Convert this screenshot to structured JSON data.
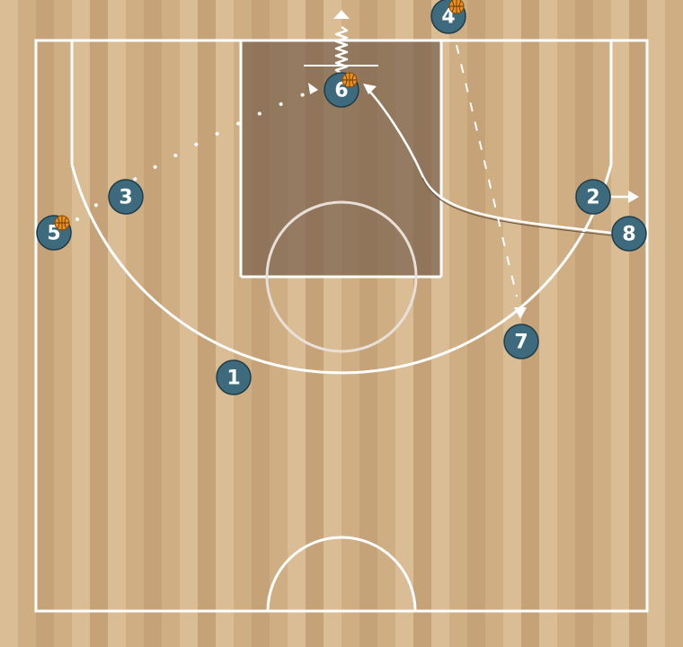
{
  "diagram": {
    "colors": {
      "court_lines": "#ffffff",
      "paint": "#7d6650",
      "player_fill": "#3d6b7d",
      "player_stroke": "#1f3d48",
      "ball": "#e8921c",
      "wood_light": "#dcc19a",
      "wood_mid": "#c9a57a",
      "wood_dark": "#b89068"
    },
    "players": [
      {
        "id": "p1",
        "label": "1",
        "has_ball": false
      },
      {
        "id": "p2",
        "label": "2",
        "has_ball": false
      },
      {
        "id": "p3",
        "label": "3",
        "has_ball": false
      },
      {
        "id": "p4",
        "label": "4",
        "has_ball": true
      },
      {
        "id": "p5",
        "label": "5",
        "has_ball": true
      },
      {
        "id": "p6",
        "label": "6",
        "has_ball": true
      },
      {
        "id": "p7",
        "label": "7",
        "has_ball": false
      },
      {
        "id": "p8",
        "label": "8",
        "has_ball": false
      }
    ],
    "actions": [
      {
        "id": "a1",
        "type": "pass",
        "from": "5",
        "to": "6"
      },
      {
        "id": "a2",
        "type": "dribble",
        "player": "6",
        "direction": "up"
      },
      {
        "id": "a3",
        "type": "cut",
        "player": "8",
        "to": "6"
      },
      {
        "id": "a4",
        "type": "screen-move",
        "player": "2",
        "direction": "right"
      },
      {
        "id": "a5",
        "type": "dashed-move",
        "from": "4",
        "to": "7"
      }
    ]
  }
}
